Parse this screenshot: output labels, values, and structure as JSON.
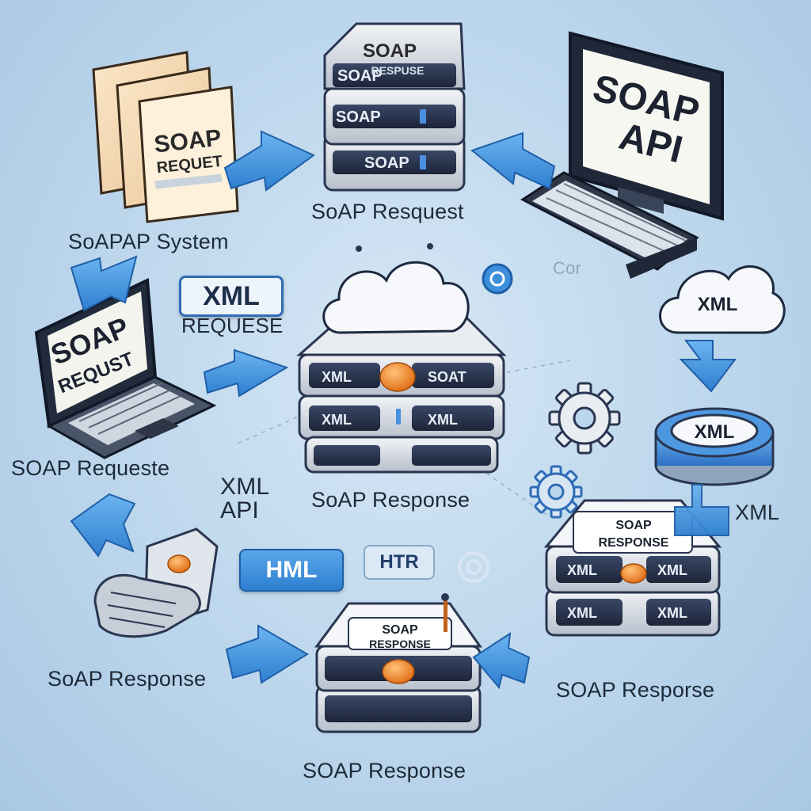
{
  "labels": {
    "soapap_system": "SoAPAP System",
    "soap_resquest_top": "SoAP Resquest",
    "xml_requese": "REQUESE",
    "xml_pill": "XML",
    "soap_requeste": "SOAP Requeste",
    "xml_api": "XML\nAPI",
    "soap_response_center": "SoAP Response",
    "xml_right": "XML",
    "soap_response_left": "SoAP Response",
    "soap_resporse_right": "SOAP Resporse",
    "soap_response_bottom": "SOAP Response",
    "hml_pill": "HML",
    "htr_pill": "HTR",
    "cor_faint": "Cor"
  },
  "graphics": {
    "papers": {
      "line1": "SOAP",
      "line2": "REQUET"
    },
    "top_server": {
      "t1": "SOAP",
      "t1b": "RESPUSE",
      "t2": "SOAP",
      "t3": "SOAP"
    },
    "monitor": {
      "line1": "SOAP",
      "line2": "API"
    },
    "laptop": {
      "line1": "SOAP",
      "line2": "REQUST"
    },
    "center_server": {
      "a": "XML",
      "b": "SOAT",
      "c": "XML",
      "d": "XML"
    },
    "cloud_right": "XML",
    "disc_right": "XML",
    "right_server": {
      "l1": "SOAP",
      "l2": "RESPONSE",
      "a": "XML",
      "b": "XML",
      "c": "XML",
      "d": "XML"
    },
    "bottom_server": {
      "l1": "SOAP",
      "l2": "RESPONSE"
    }
  },
  "colors": {
    "arrow": "#3d8fdc",
    "orange": "#ef8a2c",
    "server_dark": "#2a3650"
  }
}
